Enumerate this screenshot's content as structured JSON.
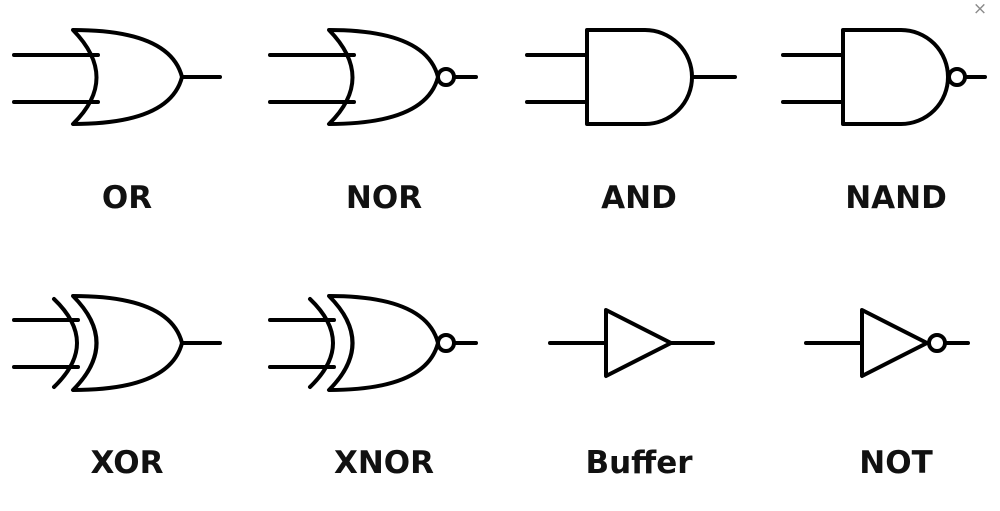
{
  "window": {
    "close_glyph": "×"
  },
  "gates": {
    "or": {
      "label": "OR"
    },
    "nor": {
      "label": "NOR"
    },
    "and": {
      "label": "AND"
    },
    "nand": {
      "label": "NAND"
    },
    "xor": {
      "label": "XOR"
    },
    "xnor": {
      "label": "XNOR"
    },
    "buffer": {
      "label": "Buffer"
    },
    "not": {
      "label": "NOT"
    }
  },
  "colors": {
    "stroke": "#000000",
    "background": "#ffffff",
    "close_icon": "#8a8a8a"
  }
}
